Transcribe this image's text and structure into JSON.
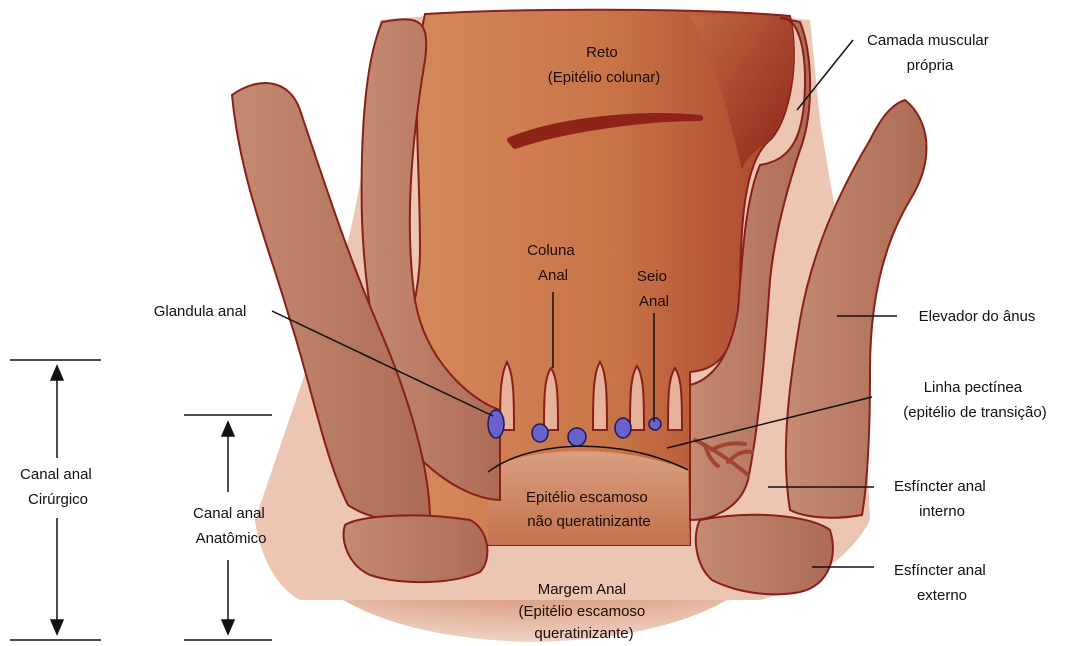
{
  "diagram": {
    "labels": {
      "reto": [
        "Reto",
        "(Epitélio colunar)"
      ],
      "camada_muscular": [
        "Camada muscular",
        "própria"
      ],
      "coluna_anal": [
        "Coluna",
        "Anal"
      ],
      "seio_anal": [
        "Seio",
        "Anal"
      ],
      "glandula_anal": [
        "Glandula anal"
      ],
      "elevador_anus": [
        "Elevador do ânus"
      ],
      "linha_pectinea": [
        "Linha pectínea",
        "(epitélio de transição)"
      ],
      "epitelio_escamoso": [
        "Epitélio escamoso",
        "não queratinizante"
      ],
      "esfincter_interno": [
        "Esfíncter anal",
        "interno"
      ],
      "esfincter_externo": [
        "Esfíncter anal",
        "externo"
      ],
      "margem_anal": [
        "Margem Anal",
        "(Epitélio escamoso",
        "queratinizante)"
      ],
      "canal_cirurgico": [
        "Canal anal",
        "Cirúrgico"
      ],
      "canal_anatomico": [
        "Canal anal",
        "Anatômico"
      ]
    },
    "colors": {
      "muscle_fill": "#b87a63",
      "muscle_outline": "#8a1f1a",
      "tissue_light": "#ecc5b3",
      "rectum_fill": "#c97c55",
      "rectum_dark": "#9a2d1d",
      "gland": "#6a62c8",
      "vessel": "#a14532",
      "line": "#111111"
    }
  }
}
